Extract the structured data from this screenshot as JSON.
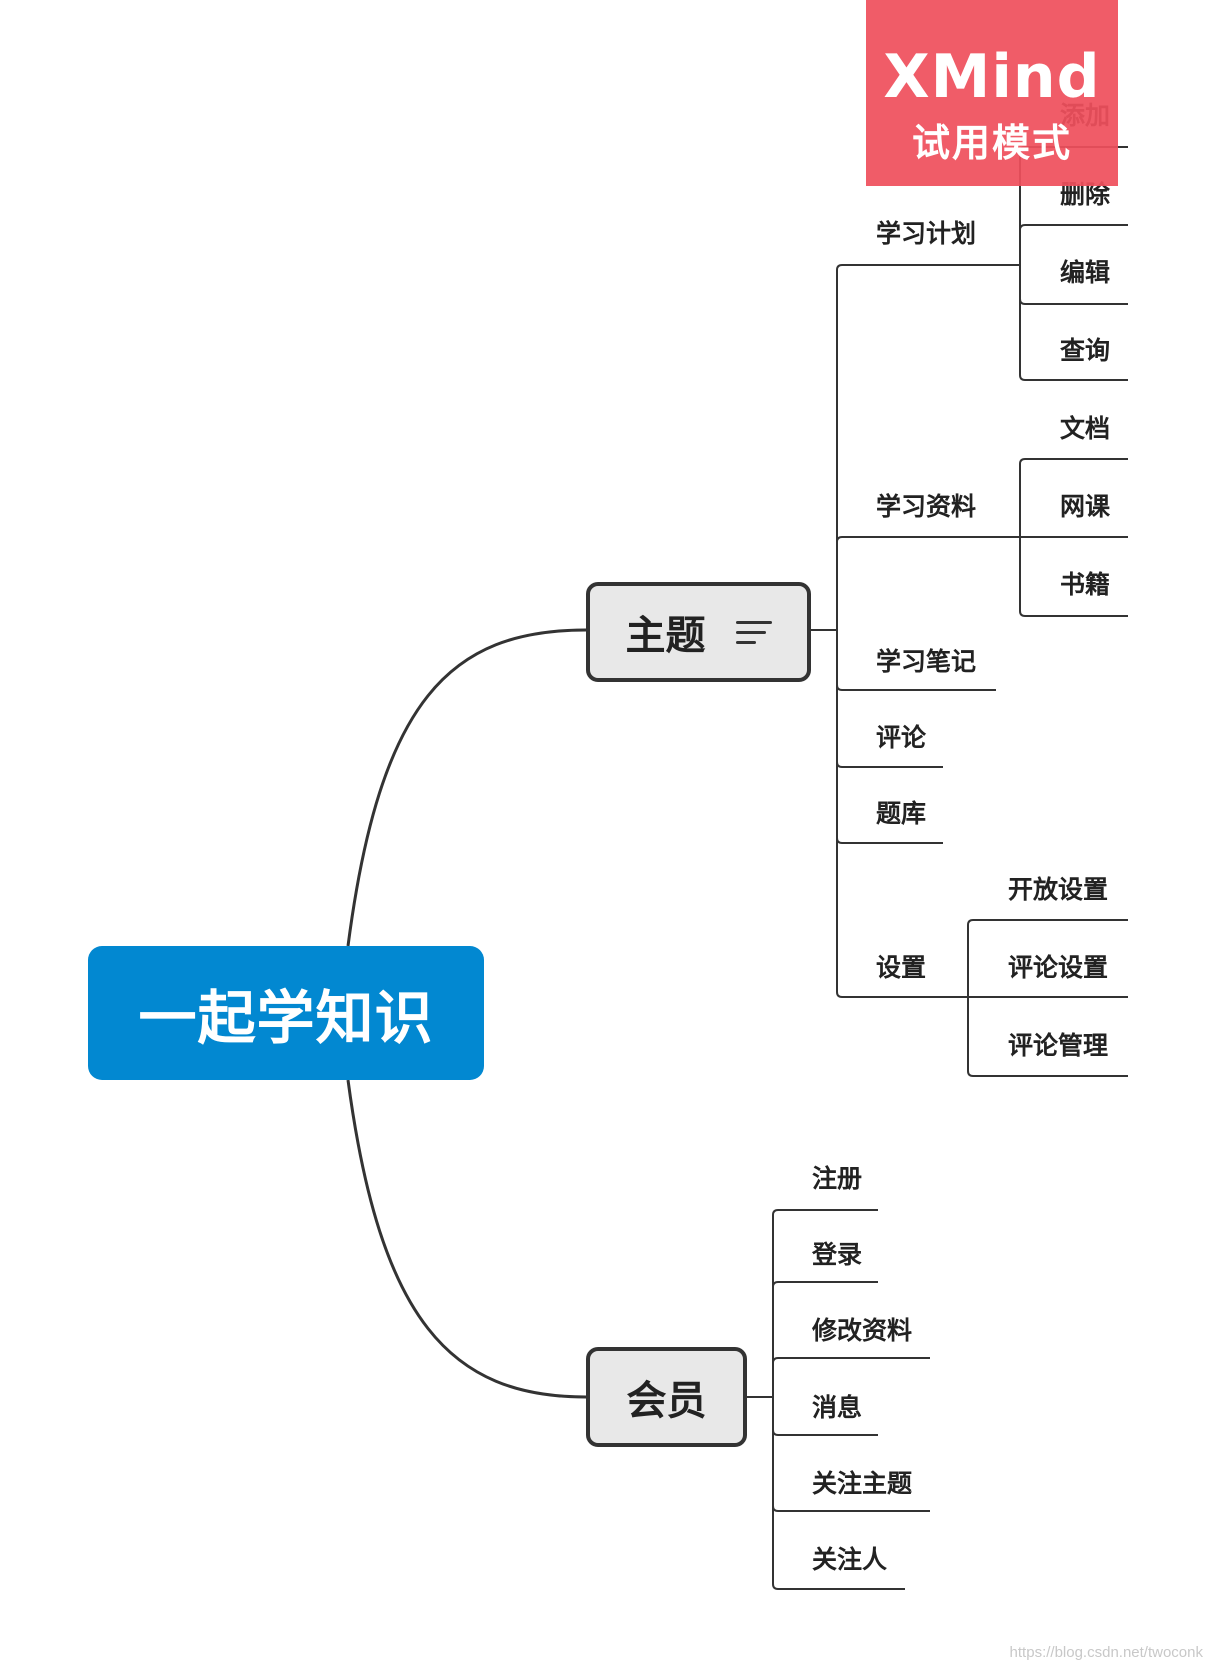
{
  "root": {
    "label": "一起学知识"
  },
  "branches": {
    "topic": {
      "label": "主题",
      "children": [
        {
          "label": "学习计划",
          "children": [
            "添加",
            "删除",
            "编辑",
            "查询"
          ]
        },
        {
          "label": "学习资料",
          "children": [
            "文档",
            "网课",
            "书籍"
          ]
        },
        {
          "label": "学习笔记"
        },
        {
          "label": "评论"
        },
        {
          "label": "题库"
        },
        {
          "label": "设置",
          "children": [
            "开放设置",
            "评论设置",
            "评论管理"
          ]
        }
      ]
    },
    "member": {
      "label": "会员",
      "children": [
        "注册",
        "登录",
        "修改资料",
        "消息",
        "关注主题",
        "关注人"
      ]
    }
  },
  "watermark": {
    "title": "XMind",
    "subtitle": "试用模式"
  },
  "credit": "https://blog.csdn.net/twoconk",
  "colors": {
    "root": "#0288d1",
    "branch_fill": "#e8e8e8",
    "line": "#333333",
    "watermark": "#ef505c"
  }
}
